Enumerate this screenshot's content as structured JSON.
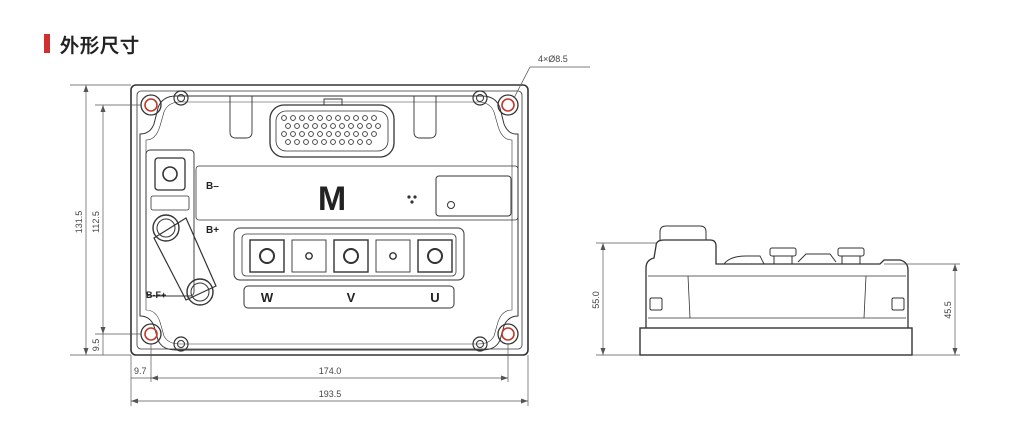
{
  "section": {
    "title": "外形尺寸",
    "accent_color": "#d0302d"
  },
  "top_view": {
    "hole_note": "4×Ø8.5",
    "logo": "M",
    "terminals": {
      "b_minus": "B–",
      "b_plus": "B+",
      "b_plus_fuse": "B-F+"
    },
    "phases": [
      "W",
      "V",
      "U"
    ]
  },
  "dimensions": {
    "overall_height": "131.5",
    "hole_pitch_height": "112.5",
    "hole_offset_bottom": "9.5",
    "hole_offset_left": "9.7",
    "hole_pitch_width": "174.0",
    "overall_width": "193.5",
    "side_total_height": "55.0",
    "side_body_height": "45.5"
  }
}
